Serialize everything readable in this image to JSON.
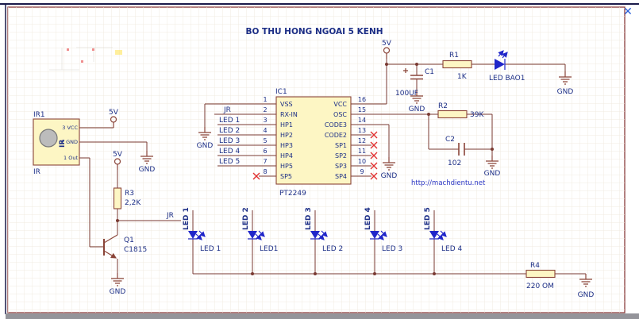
{
  "window": {
    "close_label": "✕"
  },
  "sheet": {
    "title": "BO THU HONG NGOAI 5 KENH",
    "url": "http://machdientu.net"
  },
  "colors": {
    "text": "#1c2e86",
    "wire": "#7a3a32",
    "component_outline": "#8a4438",
    "component_fill": "#fdf6c4",
    "led_blue": "#2026c9",
    "no_connect_red": "#e03030",
    "sheet_border": "#8a3b3b",
    "close_icon": "#2b5fd9"
  },
  "power": {
    "v5": "5V",
    "gnd": "GND"
  },
  "ic1": {
    "refdes": "IC1",
    "part": "PT2249",
    "left_pins": [
      {
        "num": "1",
        "name": "VSS"
      },
      {
        "num": "2",
        "name": "RX-IN"
      },
      {
        "num": "3",
        "name": "HP1"
      },
      {
        "num": "4",
        "name": "HP2"
      },
      {
        "num": "5",
        "name": "HP3"
      },
      {
        "num": "6",
        "name": "HP4"
      },
      {
        "num": "7",
        "name": "HP5"
      },
      {
        "num": "8",
        "name": "SP5"
      }
    ],
    "right_pins": [
      {
        "num": "16",
        "name": "VCC"
      },
      {
        "num": "15",
        "name": "OSC"
      },
      {
        "num": "14",
        "name": "CODE3"
      },
      {
        "num": "13",
        "name": "CODE2"
      },
      {
        "num": "12",
        "name": "SP1"
      },
      {
        "num": "11",
        "name": "SP2"
      },
      {
        "num": "10",
        "name": "SP3"
      },
      {
        "num": "9",
        "name": "SP4"
      }
    ]
  },
  "net_labels": {
    "jr": "JR",
    "led": [
      "LED 1",
      "LED 2",
      "LED 3",
      "LED 4",
      "LED 5"
    ]
  },
  "ir1": {
    "refdes": "IR1",
    "name": "IR",
    "body_label": "IR",
    "pin_vcc": "3 VCC",
    "pin_gnd": "2 GND",
    "pin_out": "1 Out"
  },
  "r1": {
    "refdes": "R1",
    "value": "1K"
  },
  "r2": {
    "refdes": "R2",
    "value": "39K"
  },
  "r3": {
    "refdes": "R3",
    "value": "2,2K"
  },
  "r4": {
    "refdes": "R4",
    "value": "220 OM"
  },
  "c1": {
    "refdes": "C1",
    "value": "100UF"
  },
  "c2": {
    "refdes": "C2",
    "value": "102"
  },
  "q1": {
    "refdes": "Q1",
    "value": "C1815"
  },
  "led_bao1": {
    "refdes": "LED BAO1"
  },
  "bottom_leds": [
    "LED 1",
    "LED1",
    "LED 2",
    "LED 3",
    "LED 4"
  ]
}
